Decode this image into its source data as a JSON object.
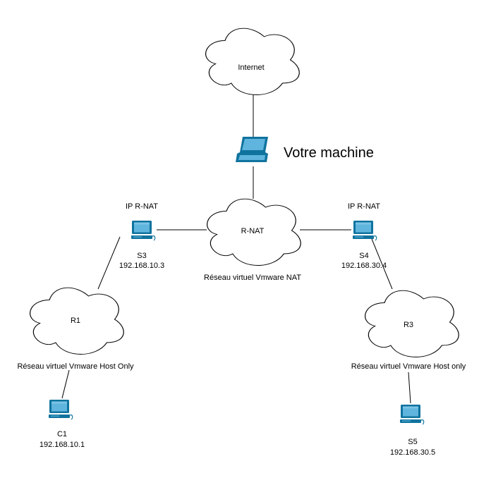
{
  "colors": {
    "device": "#10739e",
    "device_light": "#5fb5dd",
    "line": "#000000",
    "cloud_stroke": "#000000",
    "background": "#ffffff"
  },
  "icons": {
    "laptop": "laptop-icon",
    "computer": "computer-icon",
    "cloud": "cloud-icon"
  },
  "clouds": {
    "internet": "Internet",
    "rnat": "R-NAT",
    "r1": "R1",
    "r3": "R3"
  },
  "machine": {
    "label": "Votre machine"
  },
  "s3": {
    "header": "IP R-NAT",
    "name": "S3",
    "ip": "192.168.10.3"
  },
  "s4": {
    "header": "IP R-NAT",
    "name": "S4",
    "ip": "192.168.30.4"
  },
  "c1": {
    "name": "C1",
    "ip": "192.168.10.1"
  },
  "s5": {
    "name": "S5",
    "ip": "192.168.30.5"
  },
  "networks": {
    "nat": "Réseau virtuel Vmware NAT",
    "host_only_left": "Réseau virtuel Vmware Host Only",
    "host_only_right": "Réseau virtuel Vmware Host only"
  }
}
